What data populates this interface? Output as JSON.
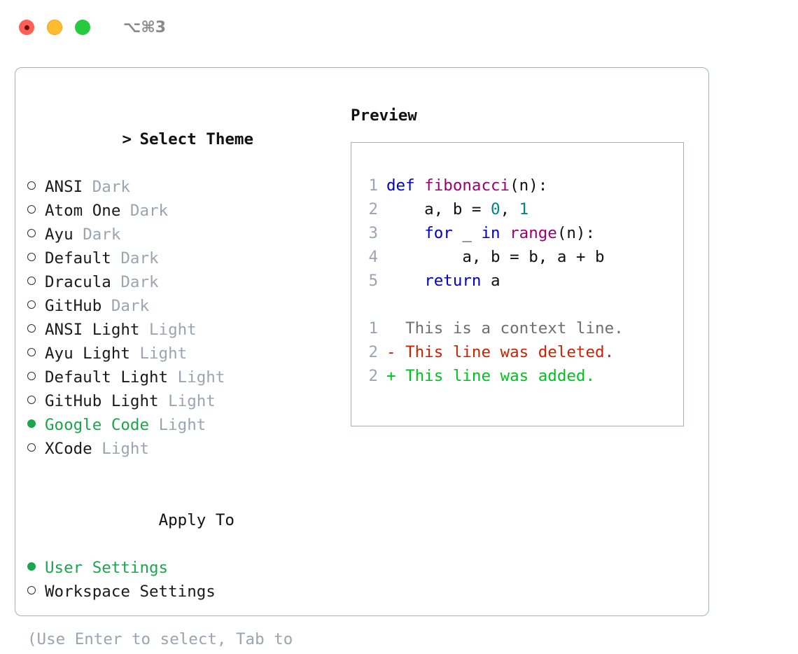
{
  "window": {
    "shortcut": "⌥⌘3",
    "traffic_lights": [
      {
        "name": "close",
        "color": "#ff5f56"
      },
      {
        "name": "minimize",
        "color": "#ffbd2e"
      },
      {
        "name": "maximize",
        "color": "#27c93f"
      }
    ]
  },
  "theme_panel": {
    "heading": "Select Theme",
    "caret": ">",
    "selected_marker": "●",
    "unselected_marker": "○",
    "accent_color": "#1aa64b",
    "tag_color": "#9aa5b1",
    "items": [
      {
        "name": "ANSI",
        "tag": "Dark",
        "selected": false
      },
      {
        "name": "Atom One",
        "tag": "Dark",
        "selected": false
      },
      {
        "name": "Ayu",
        "tag": "Dark",
        "selected": false
      },
      {
        "name": "Default",
        "tag": "Dark",
        "selected": false
      },
      {
        "name": "Dracula",
        "tag": "Dark",
        "selected": false
      },
      {
        "name": "GitHub",
        "tag": "Dark",
        "selected": false
      },
      {
        "name": "ANSI Light",
        "tag": "Light",
        "selected": false
      },
      {
        "name": "Ayu Light",
        "tag": "Light",
        "selected": false
      },
      {
        "name": "Default Light",
        "tag": "Light",
        "selected": false
      },
      {
        "name": "GitHub Light",
        "tag": "Light",
        "selected": false
      },
      {
        "name": "Google Code",
        "tag": "Light",
        "selected": true
      },
      {
        "name": "XCode",
        "tag": "Light",
        "selected": false
      }
    ]
  },
  "apply_to": {
    "heading": "Apply To",
    "items": [
      {
        "name": "User Settings",
        "selected": true
      },
      {
        "name": "Workspace Settings",
        "selected": false
      }
    ]
  },
  "hint": "(Use Enter to select, Tab to change focus)",
  "preview": {
    "heading": "Preview",
    "code_lines": [
      {
        "num": "1",
        "tokens": [
          {
            "t": "def",
            "c": "kw"
          },
          {
            "t": " ",
            "c": "pl"
          },
          {
            "t": "fibonacci",
            "c": "fn"
          },
          {
            "t": "(n):",
            "c": "pl"
          }
        ]
      },
      {
        "num": "2",
        "tokens": [
          {
            "t": "    a, b = ",
            "c": "pl"
          },
          {
            "t": "0",
            "c": "num"
          },
          {
            "t": ", ",
            "c": "pl"
          },
          {
            "t": "1",
            "c": "num"
          }
        ]
      },
      {
        "num": "3",
        "tokens": [
          {
            "t": "    ",
            "c": "pl"
          },
          {
            "t": "for",
            "c": "kw"
          },
          {
            "t": " _ ",
            "c": "pl"
          },
          {
            "t": "in",
            "c": "kw"
          },
          {
            "t": " ",
            "c": "pl"
          },
          {
            "t": "range",
            "c": "fn"
          },
          {
            "t": "(n):",
            "c": "pl"
          }
        ]
      },
      {
        "num": "4",
        "tokens": [
          {
            "t": "        a, b = b, a + b",
            "c": "pl"
          }
        ]
      },
      {
        "num": "5",
        "tokens": [
          {
            "t": "    ",
            "c": "pl"
          },
          {
            "t": "return",
            "c": "kw"
          },
          {
            "t": " a",
            "c": "pl"
          }
        ]
      }
    ],
    "diff_lines": [
      {
        "num": "1",
        "sign": " ",
        "text": "This is a context line.",
        "kind": "ctx"
      },
      {
        "num": "2",
        "sign": "-",
        "text": "This line was deleted.",
        "kind": "del"
      },
      {
        "num": "2",
        "sign": "+",
        "text": "This line was added.",
        "kind": "add"
      }
    ]
  }
}
